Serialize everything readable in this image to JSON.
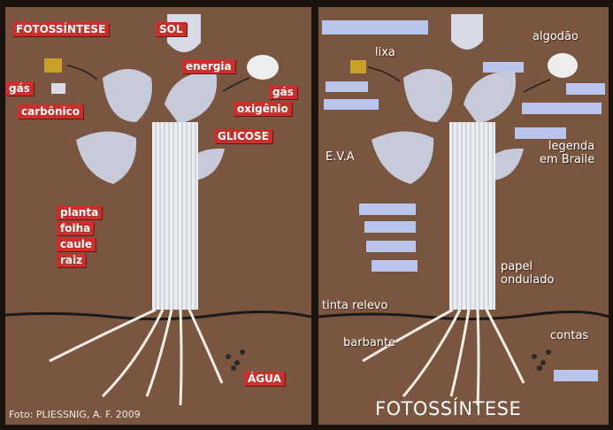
{
  "left_board": {
    "title": "FOTOSSÍNTESE",
    "sol": "SOL",
    "energia": "energia",
    "gas_left": "gás",
    "carbonico": "carbônico",
    "gas_right": "gás",
    "oxigenio": "oxigênio",
    "glicose": "GLICOSE",
    "parts": [
      "planta",
      "folha",
      "caule",
      "raiz"
    ],
    "agua": "ÁGUA",
    "credit": "Foto: PLIESSNIG, A. F. 2009"
  },
  "right_board": {
    "lixa": "lixa",
    "algodao": "algodão",
    "eva": "E.V.A",
    "legenda": "legenda\nem Braile",
    "papel": "papel\nondulado",
    "tinta": "tinta relevo",
    "barbante": "barbante",
    "contas": "contas",
    "bottom_title": "FOTOSSÍNTESE"
  },
  "colors": {
    "board": "#7a5640",
    "label_red": "#c9302c",
    "card_blue": "#b9c4ec",
    "leaf": "#c7cad8"
  }
}
